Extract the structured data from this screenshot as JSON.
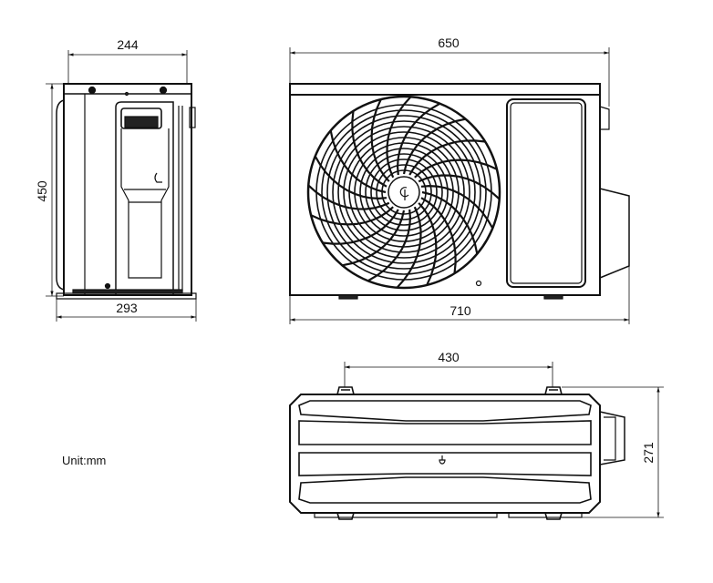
{
  "dimensions": {
    "side_depth_top": "244",
    "side_depth_base": "293",
    "height": "450",
    "front_width_body": "650",
    "front_width_total": "710",
    "mount_hole_spacing": "430",
    "top_depth": "271"
  },
  "unit_label": "Unit:mm",
  "colors": {
    "line": "#111111",
    "background": "#ffffff"
  }
}
